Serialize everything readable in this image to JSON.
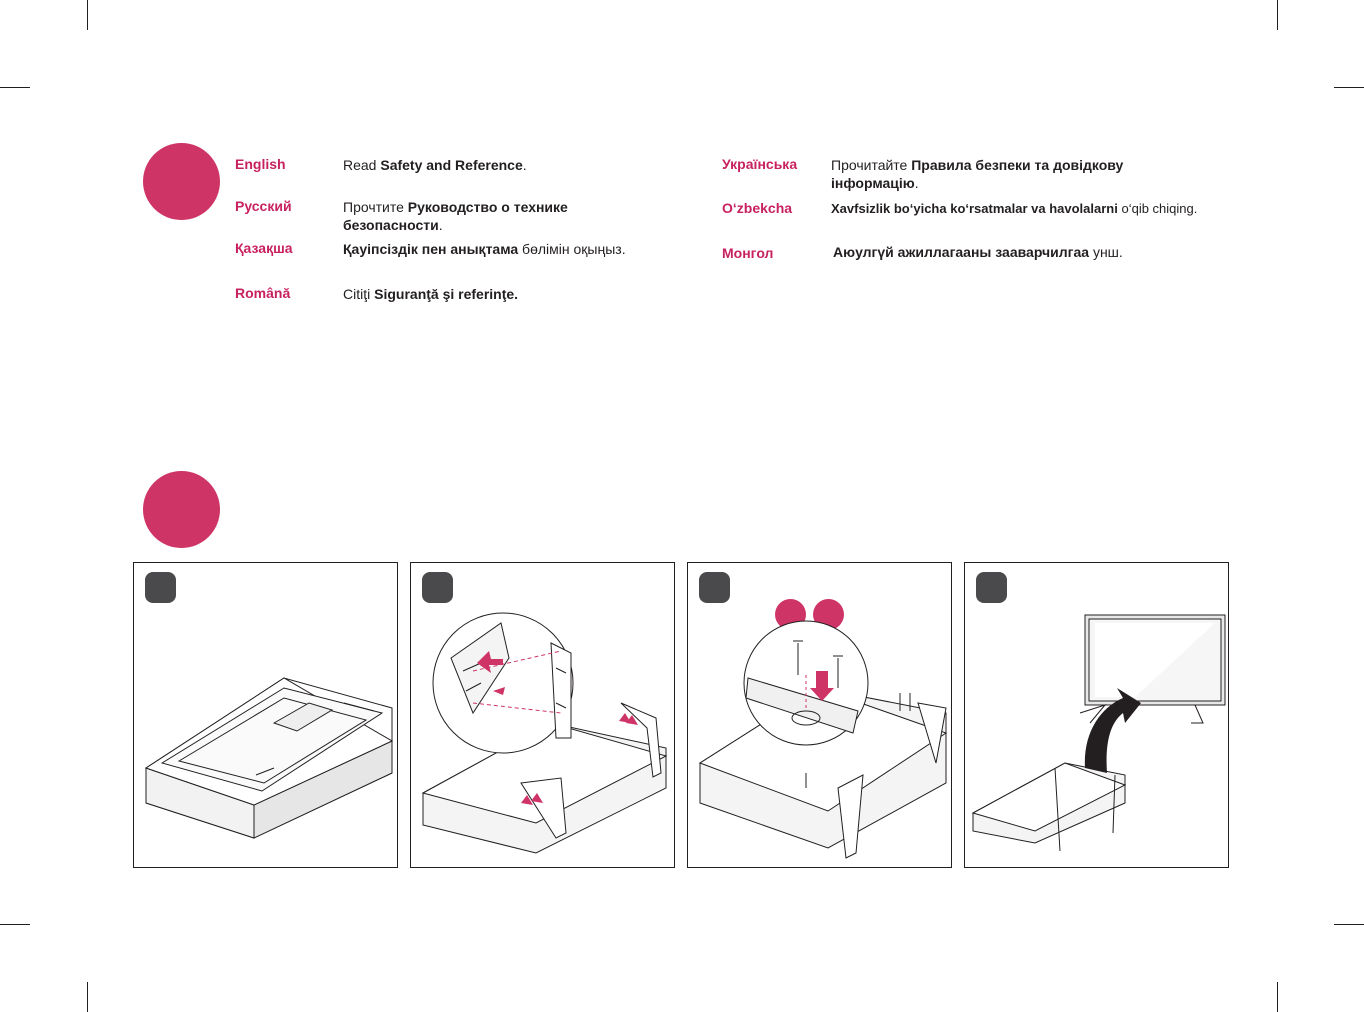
{
  "languages_left": [
    {
      "name": "English",
      "prefix": "Read ",
      "bold": "Safety and Reference",
      "suffix": "."
    },
    {
      "name": "Русский",
      "prefix": "Прочтите ",
      "bold": "Руководство о технике безопасности",
      "suffix": "."
    },
    {
      "name": "Қазақша",
      "prefix": "",
      "bold": "Қауіпсіздік пен анықтама",
      "suffix": " бөлімін оқыңыз."
    },
    {
      "name": "Română",
      "prefix": "Citiţi ",
      "bold": "Siguranţă şi referinţe.",
      "suffix": ""
    }
  ],
  "languages_right": [
    {
      "name": "Українська",
      "prefix": "Прочитайте ",
      "bold": "Правила безпеки та довідкову інформацію",
      "suffix": "."
    },
    {
      "name": "O‘zbekcha",
      "prefix": "",
      "bold": "Xavfsizlik bo‘yicha ko‘rsatmalar va havolalarni",
      "suffix": " o‘qib chiqing."
    },
    {
      "name": "Монгол",
      "prefix": "",
      "bold": "Аюулгүй ажиллагааны зааварчилгаа",
      "suffix": " унш."
    }
  ],
  "colors": {
    "accent": "#cf3466",
    "badge": "#4a4a4c",
    "ink": "#231f20"
  },
  "steps": [
    {
      "icon": "tv-face-down-in-packaging-illustration"
    },
    {
      "icon": "stand-attach-illustration"
    },
    {
      "icon": "screw-fasten-illustration"
    },
    {
      "icon": "lift-tv-upright-illustration"
    }
  ]
}
